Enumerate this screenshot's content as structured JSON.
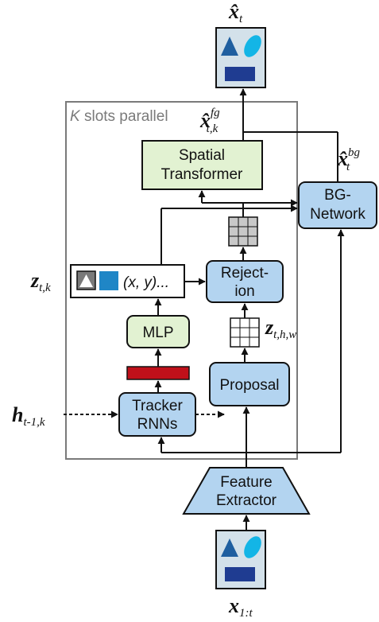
{
  "colors": {
    "block_blue": "#b3d4f0",
    "block_green": "#e2f2d2",
    "image_bg": "#d3e1ea",
    "shape_dark_blue": "#1f5fa0",
    "shape_cyan": "#13b5e6",
    "shape_navy": "#1f3c91",
    "embedding_red": "#c0101a",
    "grid_gray": "#c8c8c8",
    "frame_gray": "#7a7a7a"
  },
  "labels": {
    "slots_k": "K",
    "slots_text": " slots parallel",
    "spatial_1": "Spatial",
    "spatial_2": "Transformer",
    "bg_1": "BG-",
    "bg_2": "Network",
    "reject_1": "Reject-",
    "reject_2": "ion",
    "mlp": "MLP",
    "proposal": "Proposal",
    "tracker_1": "Tracker",
    "tracker_2": "RNNs",
    "feature_1": "Feature",
    "feature_2": "Extractor",
    "coords": "(x, y)..."
  },
  "math": {
    "output_main": "x̂",
    "output_sub": "t",
    "fg_main": "x̂",
    "fg_sup": "fg",
    "fg_sub": "t,k",
    "bg_main": "x̂",
    "bg_sup": "bg",
    "bg_sub": "t",
    "z_main": "z",
    "z_sub": "t,k",
    "zhw_main": "z",
    "zhw_sub": "t,h,w",
    "h_main": "h",
    "h_sub": "t-1,k",
    "input_main": "x",
    "input_sub": "1:t"
  },
  "icons": [
    "triangle-icon",
    "ellipse-icon",
    "rectangle-icon",
    "grid-icon",
    "arrow-icon"
  ]
}
